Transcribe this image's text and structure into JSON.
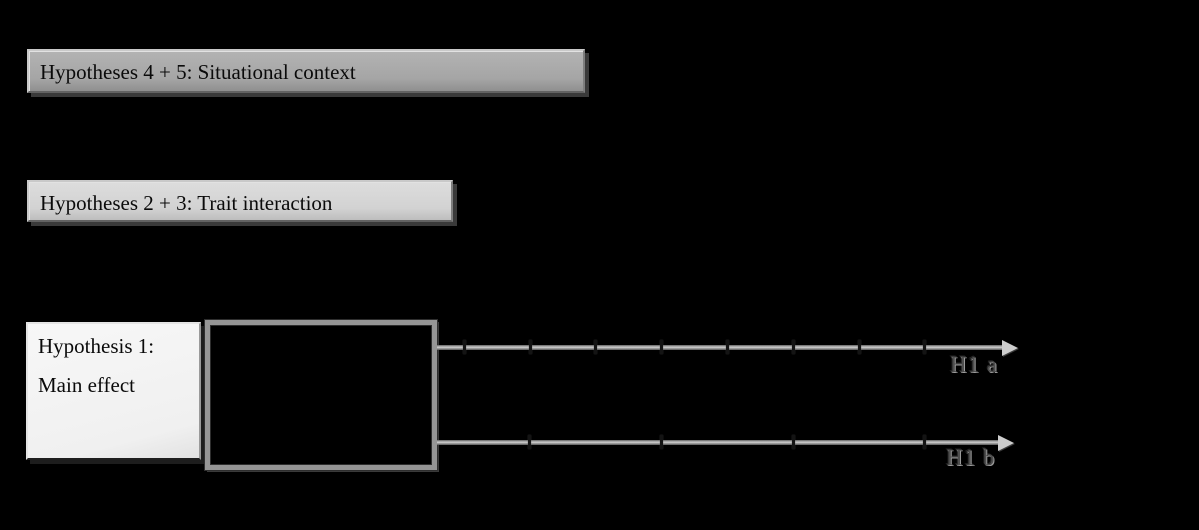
{
  "figure": {
    "background_color": "#000000",
    "boxes": {
      "h45": {
        "label": "Hypotheses 4 + 5: Situational context",
        "fill": "#a9a9a9"
      },
      "h23": {
        "label": "Hypotheses 2 + 3: Trait interaction",
        "fill": "#d6d6d6"
      },
      "h1": {
        "label_line1": "Hypothesis 1:",
        "label_line2": "Main effect",
        "fill": "#f4f4f4"
      }
    },
    "framed_box": {
      "border_color": "#959595",
      "fill": "#000000"
    },
    "timelines": [
      {
        "id": "a",
        "label": "H1 a",
        "tick_count": 8,
        "tick_offsets": [
          26,
          92,
          157,
          223,
          289,
          355,
          421,
          486
        ],
        "line_color": "#9c9c9c"
      },
      {
        "id": "b",
        "label": "H1 b",
        "tick_count": 4,
        "tick_offsets": [
          91,
          223,
          355,
          486
        ],
        "line_color": "#9c9c9c"
      }
    ]
  }
}
